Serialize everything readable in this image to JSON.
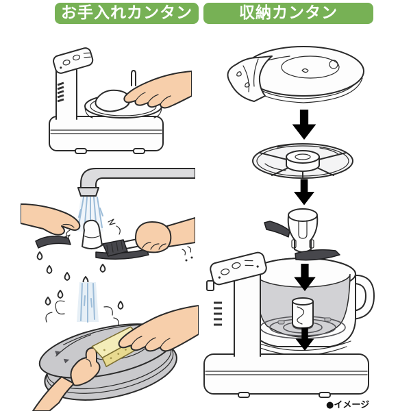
{
  "banners": [
    {
      "id": "maintenance",
      "label": "お手入れカンタン"
    },
    {
      "id": "storage",
      "label": "収納カンタン"
    }
  ],
  "caption": "●イメージ",
  "colors": {
    "banner_green": "#77b155",
    "arrow_blue": "#1f9cd9",
    "skin": "#f7cfab",
    "lid_gray": "#c9c9cc",
    "sponge_yellow": "#f4edb9",
    "water_blue": "#9cbcd8"
  },
  "icons": {
    "down_arrow": "↓"
  }
}
